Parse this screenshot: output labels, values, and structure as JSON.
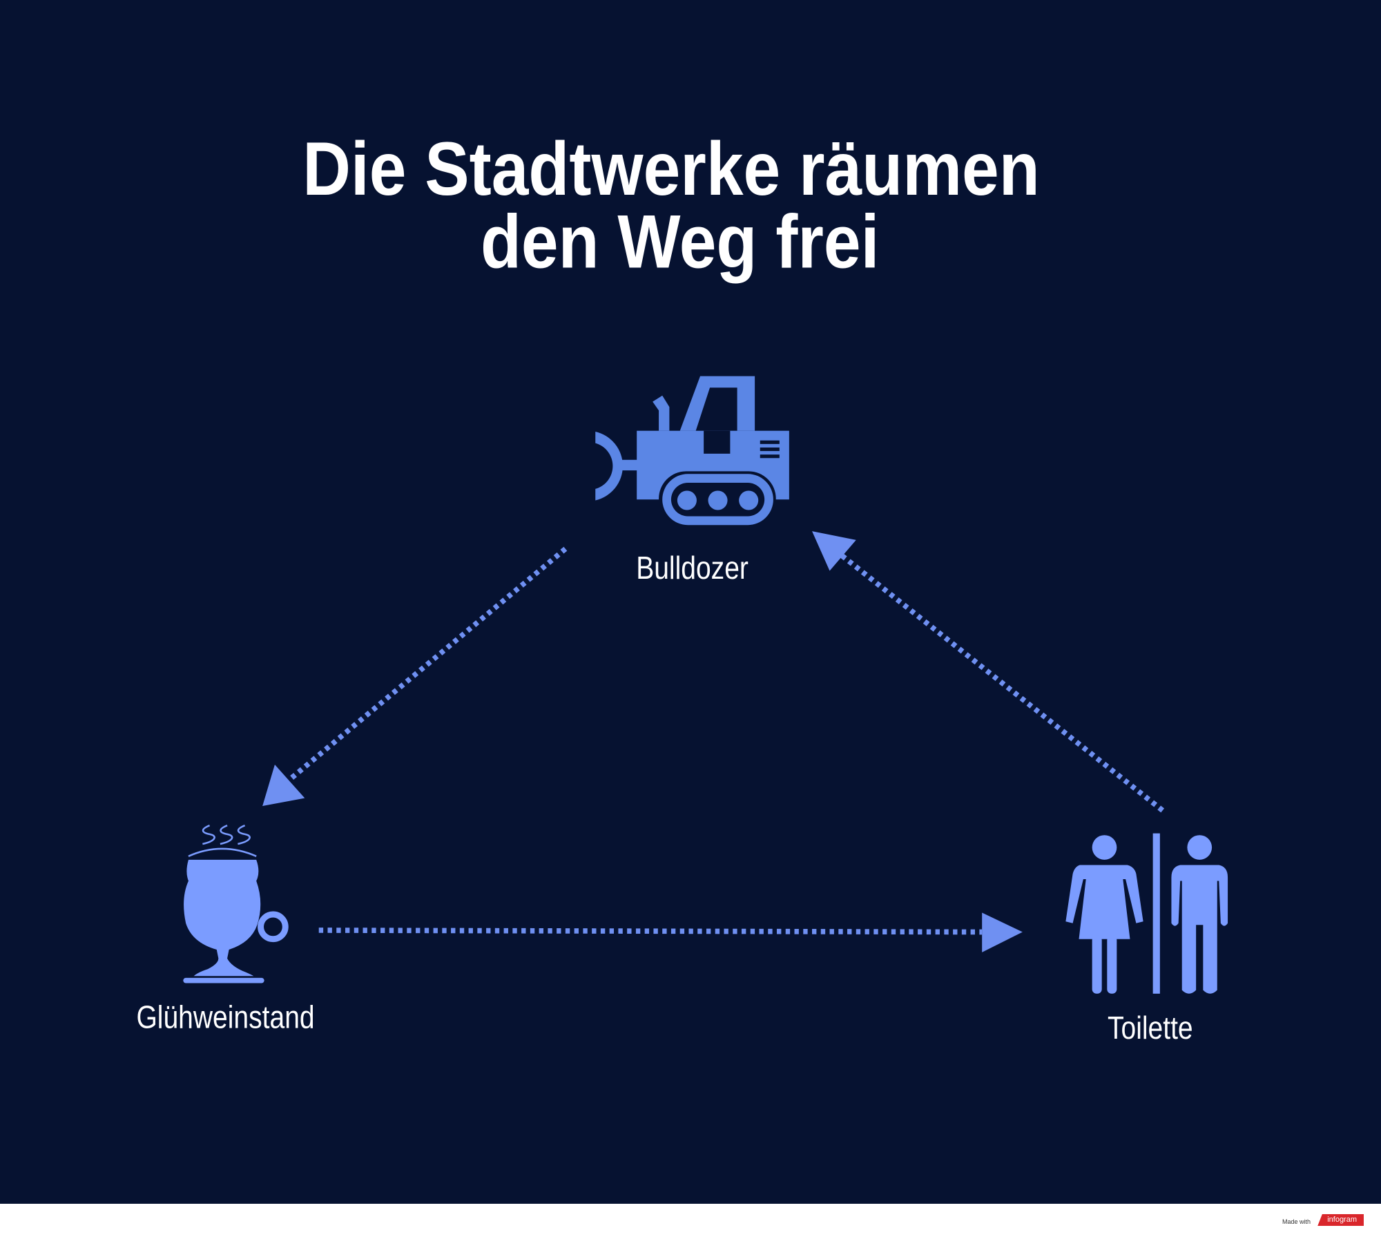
{
  "title": {
    "line1": "Die Stadtwerke räumen",
    "line2": "den Weg frei"
  },
  "nodes": {
    "bulldozer": {
      "label": "Bulldozer",
      "icon": "bulldozer-icon"
    },
    "gluehwein": {
      "label": "Glühweinstand",
      "icon": "mulled-wine-cup-icon"
    },
    "toilette": {
      "label": "Toilette",
      "icon": "restroom-icon"
    }
  },
  "colors": {
    "background": "#061231",
    "bulldozer": "#5b86e5",
    "icons": "#7b9cff",
    "arrows": "#6f90f2",
    "brand": "#d9262b"
  },
  "footer": {
    "made_with": "Made with",
    "brand": "infogram"
  }
}
